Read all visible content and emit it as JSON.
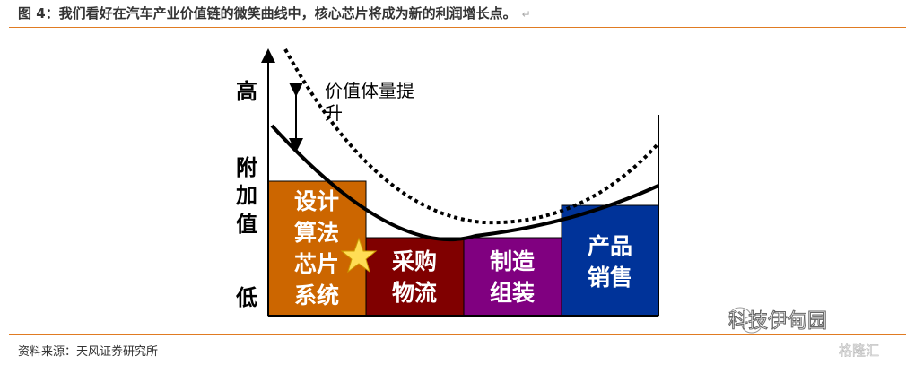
{
  "title": "图 4：我们看好在汽车产业价值链的微笑曲线中，核心芯片将成为新的利润增长点。",
  "diagram": {
    "y_high": "高",
    "y_mid": [
      "附",
      "加",
      "值"
    ],
    "y_low": "低",
    "annotation_line1": "价值体量提",
    "annotation_line2": "升",
    "segments": [
      {
        "lines": [
          "设计",
          "算法",
          "芯片",
          "系统"
        ],
        "color": "#CC6600"
      },
      {
        "lines": [
          "采购",
          "物流"
        ],
        "color": "#800000"
      },
      {
        "lines": [
          "制造",
          "组装"
        ],
        "color": "#800080"
      },
      {
        "lines": [
          "产品",
          "销售"
        ],
        "color": "#003399"
      }
    ]
  },
  "source": "资料来源：天风证券研究所",
  "watermark": "科技伊甸园",
  "watermark2": "格隆汇"
}
